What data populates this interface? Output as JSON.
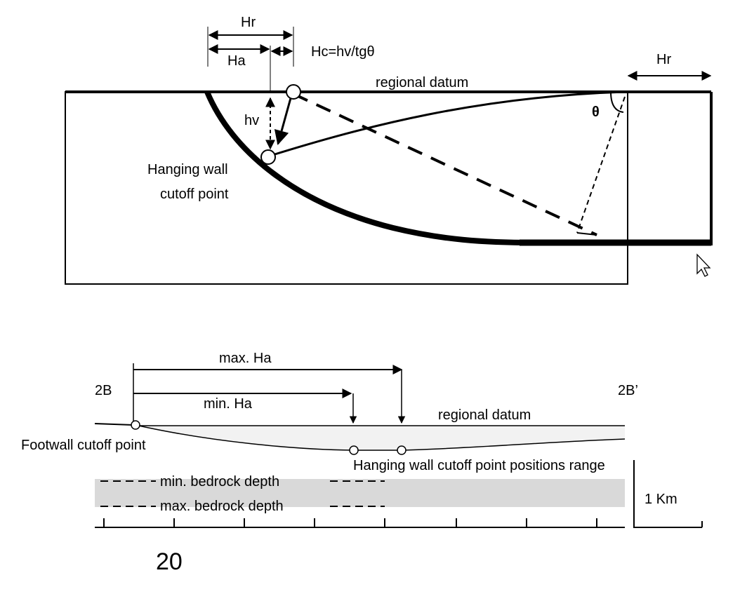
{
  "upper_diagram": {
    "dim_hr_top": "Hr",
    "dim_ha": "Ha",
    "formula_hc": "Hc=hv/tgθ",
    "regional_datum": "regional datum",
    "dim_hr_right": "Hr",
    "theta": "θ",
    "hv": "hv",
    "hanging_wall_line1": "Hanging wall",
    "hanging_wall_line2": "cutoff point"
  },
  "lower_diagram": {
    "max_ha": "max. Ha",
    "min_ha": "min. Ha",
    "section_start": "2B",
    "section_end": "2B’",
    "regional_datum": "regional datum",
    "footwall_cutoff": "Footwall cutoff point",
    "hanging_wall_range": "Hanging wall cutoff point positions range",
    "min_bedrock": "min. bedrock depth",
    "max_bedrock": "max. bedrock depth",
    "scale_label": "1 Km",
    "page_number": "20"
  },
  "colors": {
    "ink": "#000000",
    "band": "#d9d9d9",
    "valley_fill": "#f2f2f2"
  }
}
